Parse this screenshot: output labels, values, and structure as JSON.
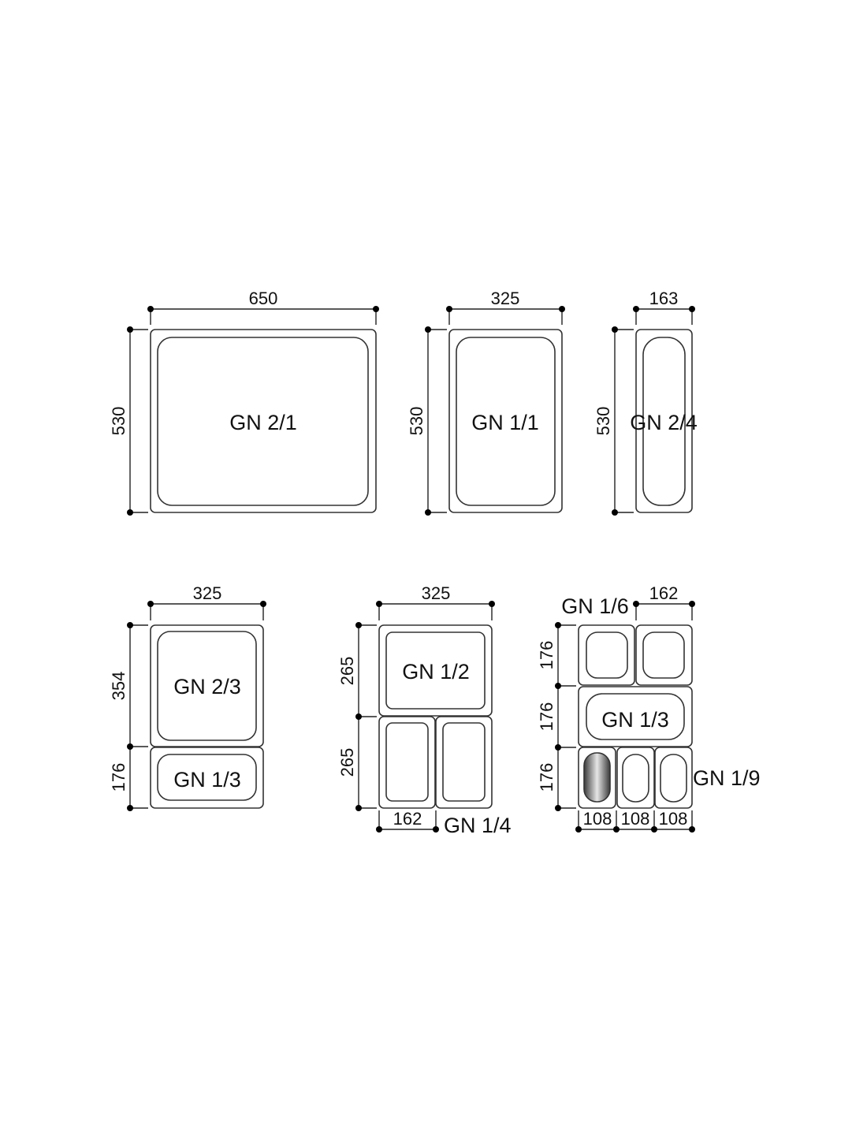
{
  "diagram": {
    "gn21": {
      "label": "GN 2/1",
      "width": "650",
      "height": "530"
    },
    "gn11": {
      "label": "GN 1/1",
      "width": "325",
      "height": "530"
    },
    "gn24": {
      "label": "GN 2/4",
      "width": "163",
      "height": "530"
    },
    "gn23": {
      "label": "GN 2/3",
      "label_small": "GN 1/3",
      "width": "325",
      "height_top": "354",
      "height_bottom": "176"
    },
    "gn12": {
      "label": "GN 1/2",
      "label_quarter": "GN 1/4",
      "width": "325",
      "height_top": "265",
      "height_bottom": "265",
      "width_quarter": "162"
    },
    "gn16": {
      "label": "GN 1/6",
      "label_third": "GN 1/3",
      "label_ninth": "GN 1/9",
      "width": "162",
      "row_heights": [
        "176",
        "176",
        "176"
      ],
      "ninth_widths": [
        "108",
        "108",
        "108"
      ]
    },
    "colors": {
      "line": "#333333",
      "dot": "#000000",
      "highlight": "#808080"
    }
  }
}
